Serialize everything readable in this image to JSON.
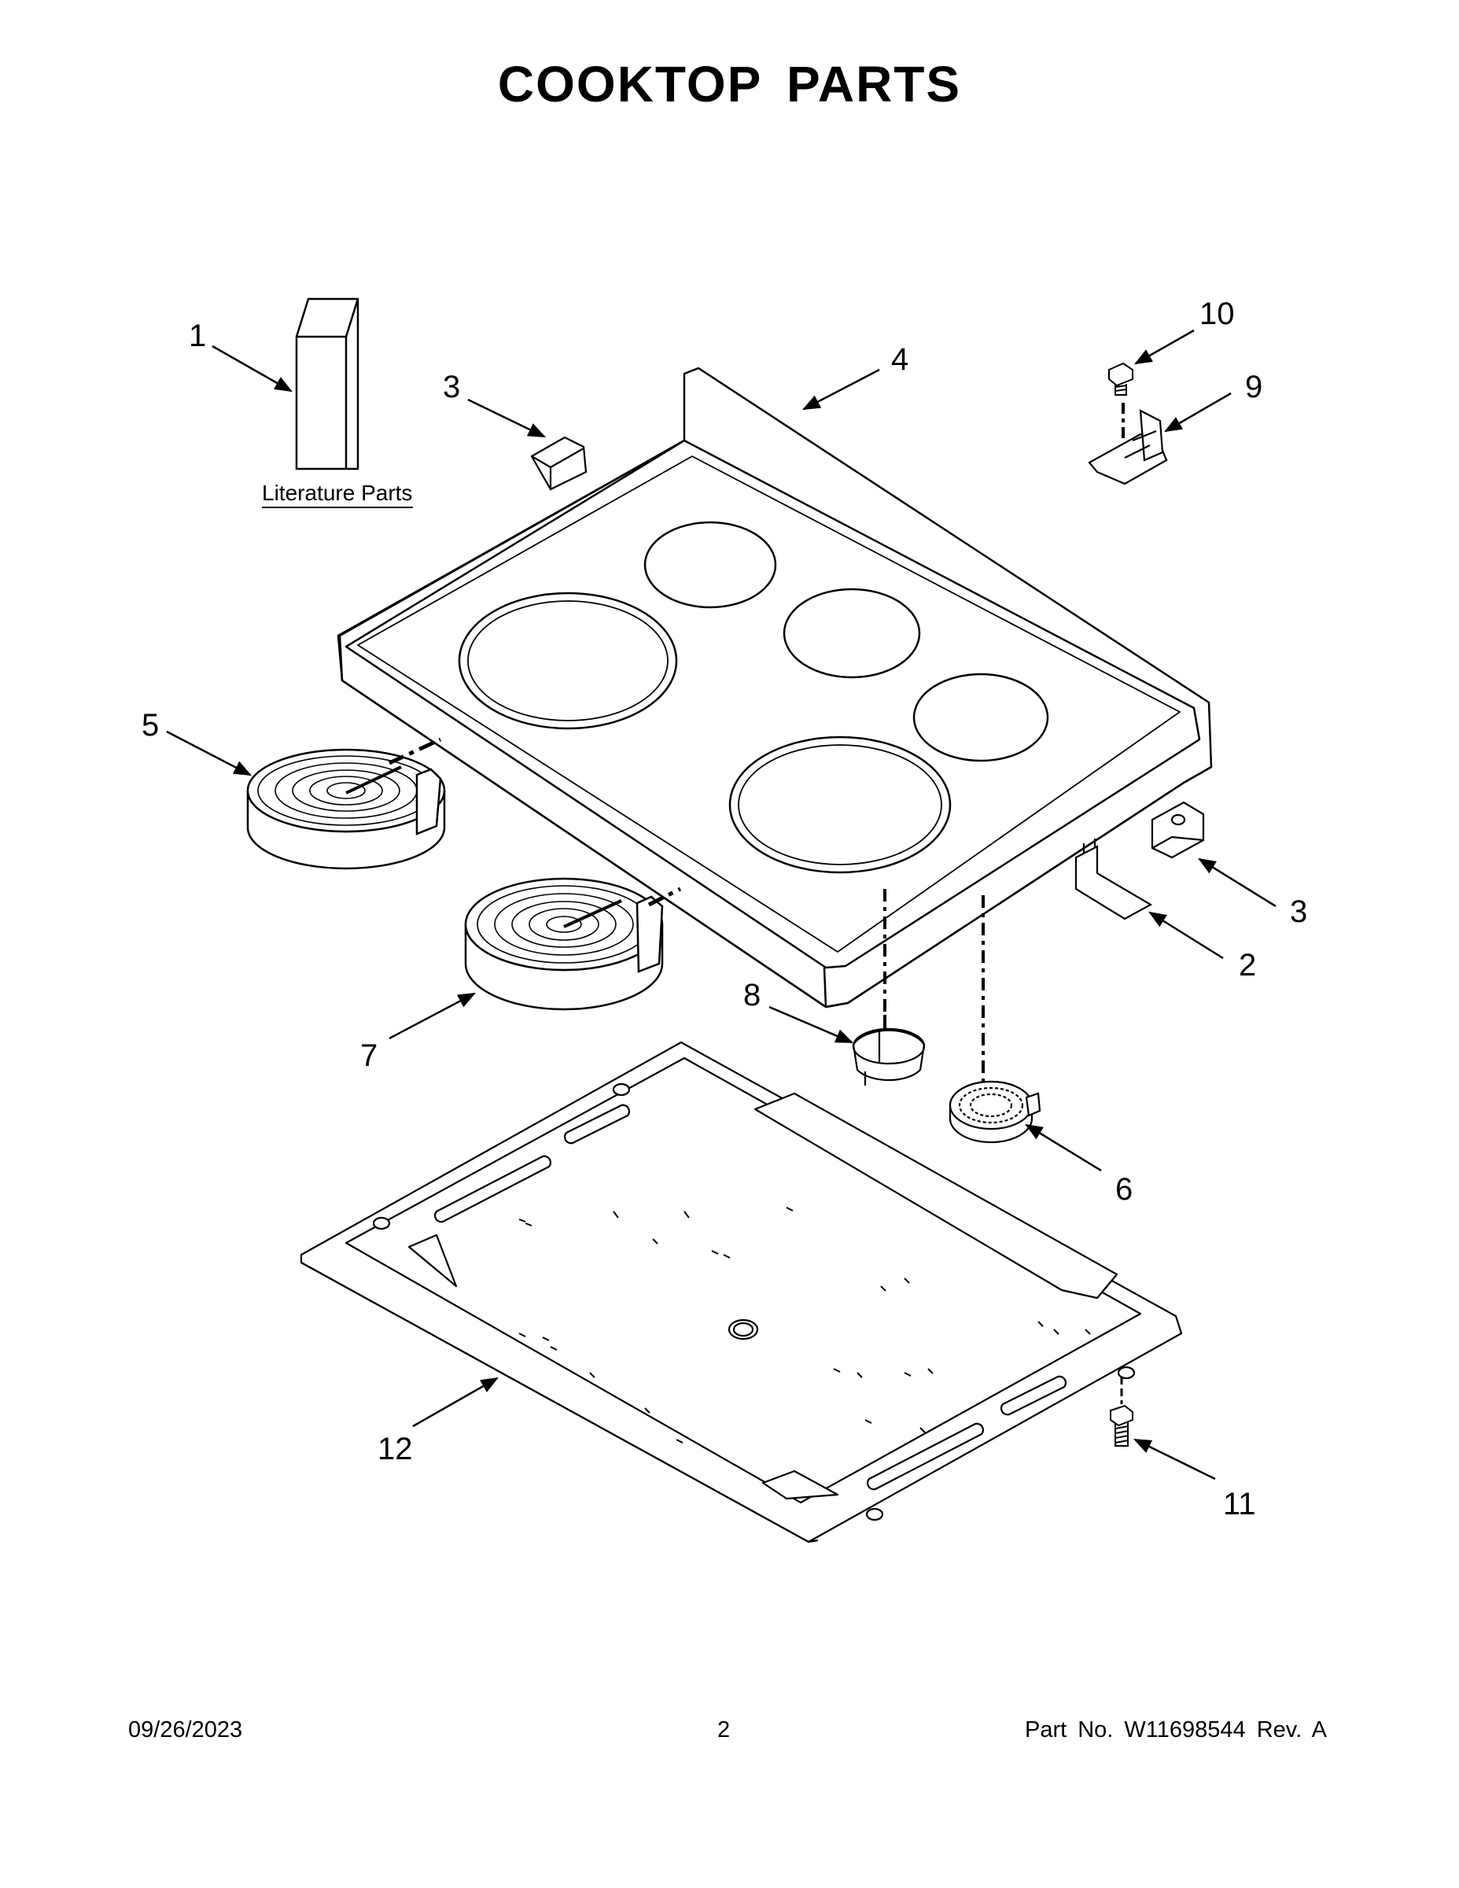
{
  "page": {
    "title": "COOKTOP  PARTS"
  },
  "diagram": {
    "literature_label": "Literature Parts",
    "callouts": [
      {
        "number": "1"
      },
      {
        "number": "2"
      },
      {
        "number": "3"
      },
      {
        "number": "3"
      },
      {
        "number": "4"
      },
      {
        "number": "5"
      },
      {
        "number": "6"
      },
      {
        "number": "7"
      },
      {
        "number": "8"
      },
      {
        "number": "9"
      },
      {
        "number": "10"
      },
      {
        "number": "11"
      },
      {
        "number": "12"
      }
    ]
  },
  "footer": {
    "date": "09/26/2023",
    "page_number": "2",
    "part_info": "Part No.  W11698544  Rev.  A"
  }
}
